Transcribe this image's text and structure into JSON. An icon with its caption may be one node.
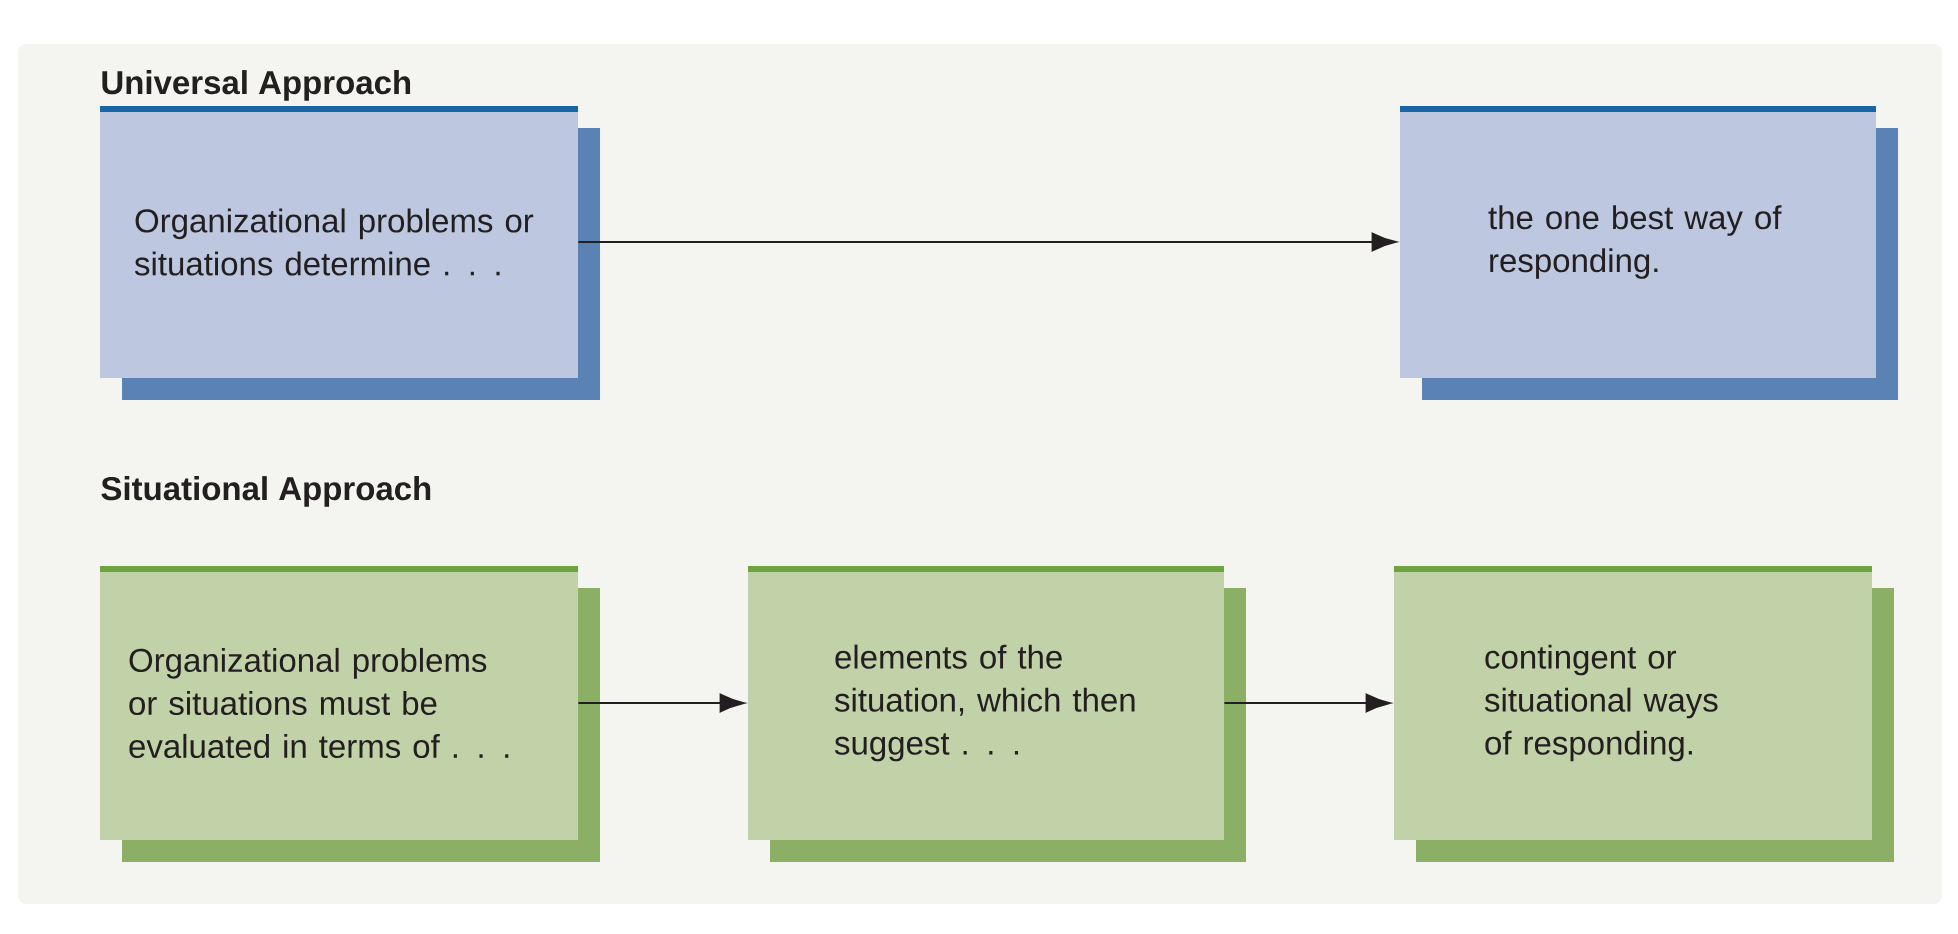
{
  "diagram": {
    "nodes": [
      {
        "text": [
          "Organizational problems or situations determine . . ."
        ]
      },
      {
        "text": [
          "the one best way of responding."
        ]
      },
      {
        "text": [
          "Organizational problems or situations must be evaluated in terms of . . ."
        ]
      },
      {
        "text": [
          "elements of the situation, which then suggest . . ."
        ]
      },
      {
        "text": [
          "contingent or situational ways of responding."
        ]
      }
    ],
    "edges": [
      {
        "from": 0,
        "to": 1,
        "arrow": "to"
      },
      {
        "from": 2,
        "to": 3,
        "arrow": "to"
      },
      {
        "from": 3,
        "to": 4,
        "arrow": "to"
      }
    ],
    "labels": [
      "Universal Approach",
      "Situational Approach"
    ]
  }
}
